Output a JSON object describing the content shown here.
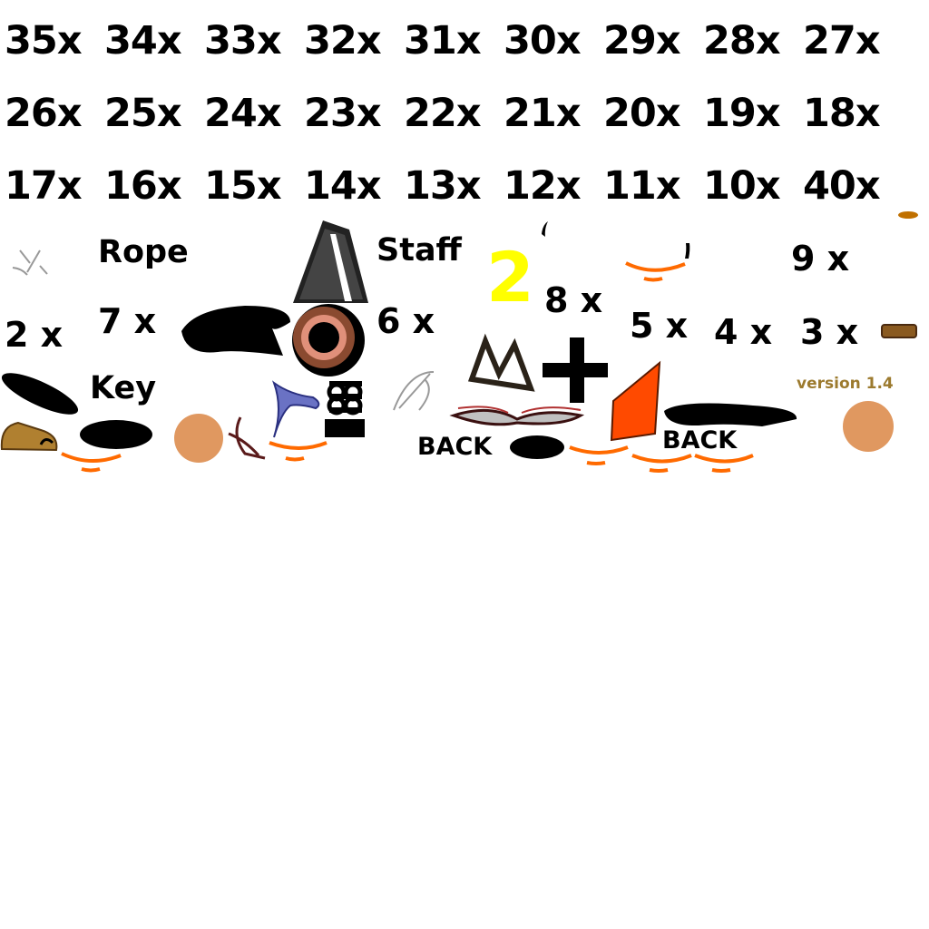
{
  "multipliers_row1": [
    "35x",
    "34x",
    "33x",
    "32x",
    "31x",
    "30x",
    "29x",
    "28x",
    "27x"
  ],
  "multipliers_row2": [
    "26x",
    "25x",
    "24x",
    "23x",
    "22x",
    "21x",
    "20x",
    "19x",
    "18x"
  ],
  "multipliers_row3": [
    "17x",
    "16x",
    "15x",
    "14x",
    "13x",
    "12x",
    "11x",
    "10x",
    "40x"
  ],
  "labels": {
    "rope": "Rope",
    "staff": "Staff",
    "key": "Key",
    "yellow_two": "2",
    "count_9": "9 x",
    "count_2": "2 x",
    "count_7": "7 x",
    "count_6": "6 x",
    "count_8": "8 x",
    "count_5": "5 x",
    "count_4": "4 x",
    "count_3": "3 x",
    "back_1": "BACK",
    "back_2": "BACK",
    "version": "version 1.4"
  },
  "colors": {
    "yellow": "#ffff00",
    "orange": "#ff6a00",
    "red_orange": "#ff4a00",
    "skin": "#e09860",
    "version": "#9c7a2e",
    "copper": "#a05a3c",
    "blue": "#6a72c4"
  }
}
